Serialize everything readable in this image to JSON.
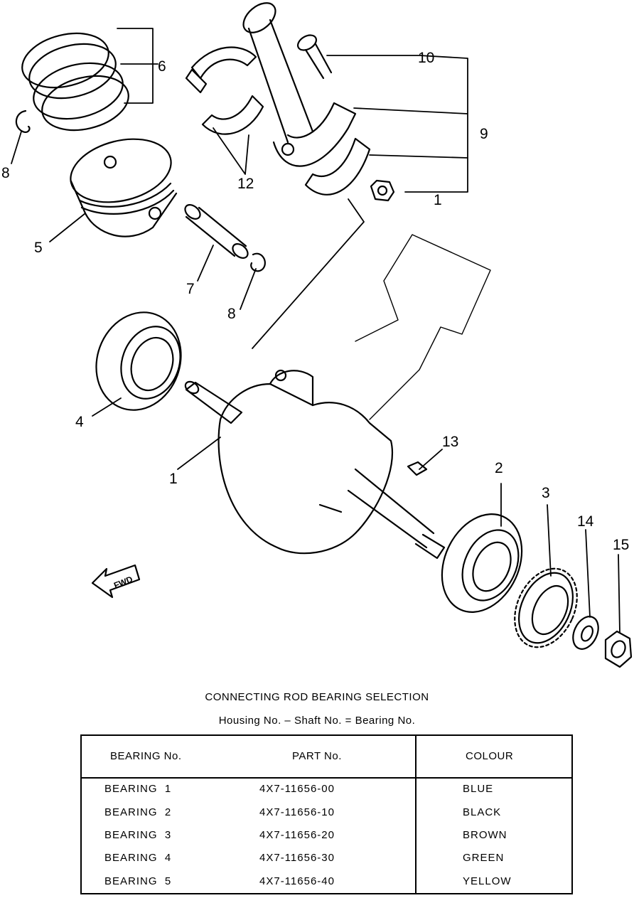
{
  "callouts": [
    "1",
    "2",
    "3",
    "4",
    "5",
    "6",
    "7",
    "8",
    "9",
    "10",
    "12",
    "13",
    "14",
    "15"
  ],
  "fwd_label": "FWD",
  "caption": {
    "title": "CONNECTING ROD BEARING SELECTION",
    "formula": "Housing No. – Shaft No. = Bearing No."
  },
  "table": {
    "headers": [
      "BEARING No.",
      "PART No.",
      "COLOUR"
    ],
    "rows": [
      {
        "bearing": "BEARING  1",
        "part": "4X7-11656-00",
        "colour": "BLUE"
      },
      {
        "bearing": "BEARING  2",
        "part": "4X7-11656-10",
        "colour": "BLACK"
      },
      {
        "bearing": "BEARING  3",
        "part": "4X7-11656-20",
        "colour": "BROWN"
      },
      {
        "bearing": "BEARING  4",
        "part": "4X7-11656-30",
        "colour": "GREEN"
      },
      {
        "bearing": "BEARING  5",
        "part": "4X7-11656-40",
        "colour": "YELLOW"
      }
    ]
  }
}
